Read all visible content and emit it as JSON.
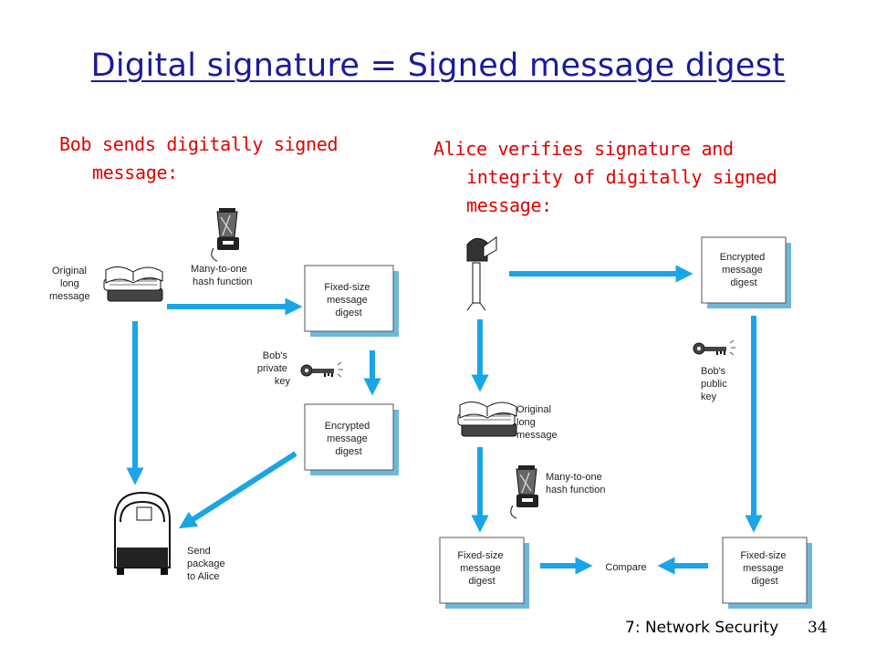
{
  "title": "Digital signature = Signed message digest",
  "bob_caption": {
    "line1": "Bob sends digitally signed",
    "line2": "message:"
  },
  "alice_caption": {
    "line1": "Alice verifies signature and",
    "line2": "integrity of digitally signed",
    "line3": "message:"
  },
  "footer": {
    "course": "7: Network Security",
    "page": "34"
  },
  "bob_side": {
    "original_message": [
      "Original",
      "long",
      "message"
    ],
    "hash_function": [
      "Many-to-one",
      "hash function"
    ],
    "digest_box": [
      "Fixed-size",
      "message",
      "digest"
    ],
    "private_key": [
      "Bob's",
      "private",
      "key"
    ],
    "encrypted_box": [
      "Encrypted",
      "message",
      "digest"
    ],
    "send": [
      "Send",
      "package",
      "to Alice"
    ]
  },
  "alice_side": {
    "encrypted_box": [
      "Encrypted",
      "message",
      "digest"
    ],
    "public_key": [
      "Bob's",
      "public",
      "key"
    ],
    "original_message": [
      "Original",
      "long",
      "message"
    ],
    "hash_function": [
      "Many-to-one",
      "hash function"
    ],
    "digest_left": [
      "Fixed-size",
      "message",
      "digest"
    ],
    "compare": "Compare",
    "digest_right": [
      "Fixed-size",
      "message",
      "digest"
    ]
  },
  "colors": {
    "title": "#1a1a9c",
    "caption": "#e00000",
    "arrow": "#1aa5e6"
  }
}
